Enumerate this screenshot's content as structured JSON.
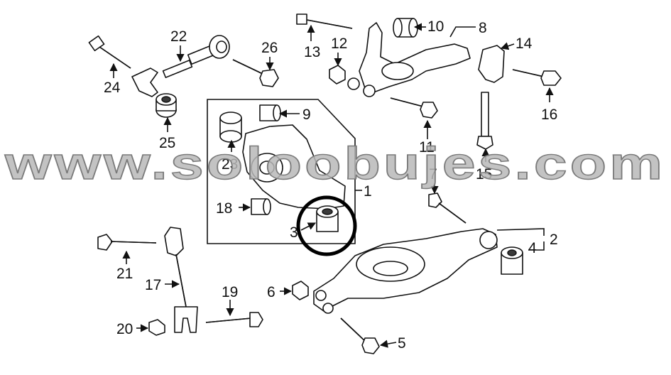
{
  "diagram": {
    "labels": [
      "1",
      "2",
      "3",
      "4",
      "5",
      "6",
      "7",
      "8",
      "9",
      "10",
      "11",
      "12",
      "13",
      "14",
      "15",
      "16",
      "17",
      "18",
      "19",
      "20",
      "21",
      "22",
      "23",
      "24",
      "25",
      "26"
    ],
    "watermark": "www.soloobujes.com",
    "colors": {
      "line": "#111111",
      "highlight_ring": "#000000",
      "watermark_fill": "#b8b8b8",
      "watermark_stroke": "#7a7a7a"
    }
  }
}
